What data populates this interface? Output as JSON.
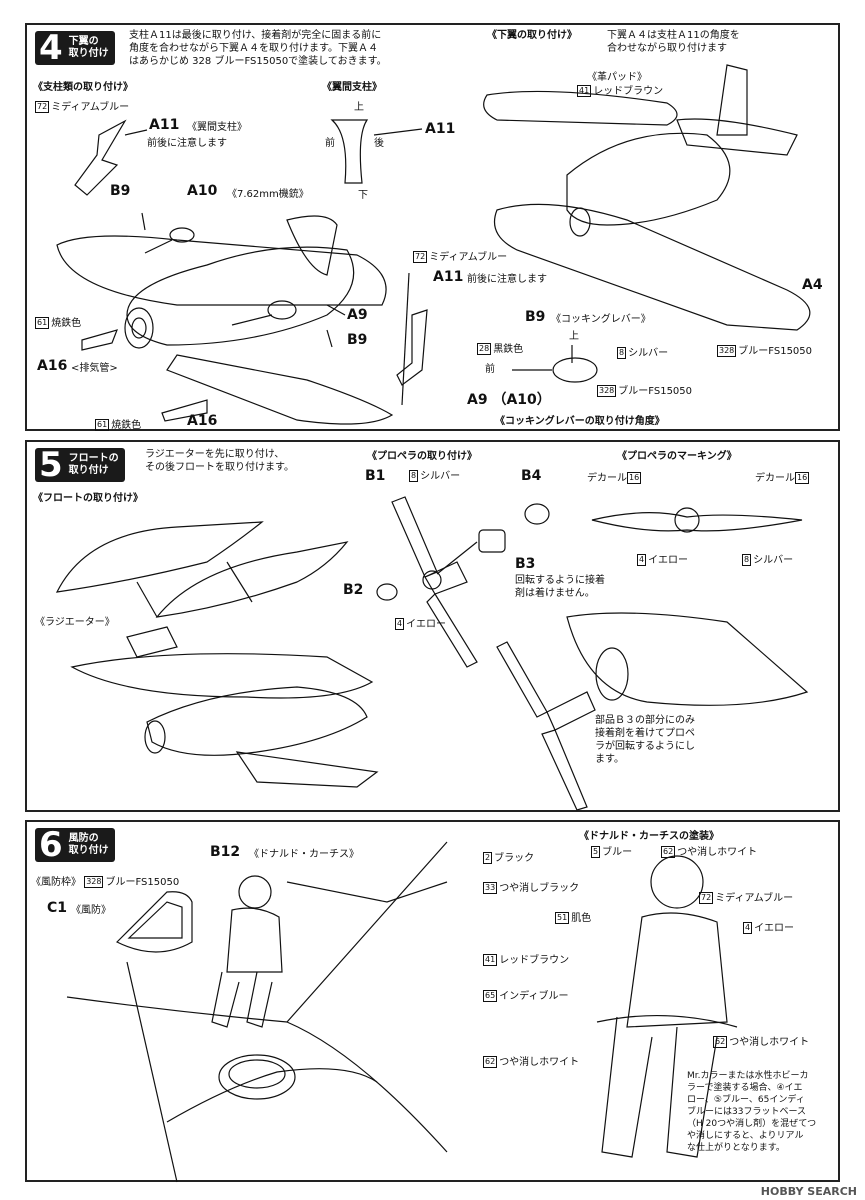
{
  "step4": {
    "num": "4",
    "title": "下翼の\n取り付け",
    "instruction": [
      "支柱Ａ11は最後に取り付け、接着剤が完全に固まる前に",
      "角度を合わせながら下翼Ａ４を取り付けます。下翼Ａ４",
      "はあらかじめ 328 ブルーFS15050で塗装しておきます。"
    ],
    "struts_heading": "《支柱類の取り付け》",
    "paint_72": "72",
    "paint_medium_blue": "ミディアムブルー",
    "a11": "A11",
    "a11_desc": "《翼間支柱》",
    "a11_note": "前後に注意します",
    "b9": "B9",
    "a10": "A10",
    "a10_desc": "《7.62mm機銃》",
    "a9": "A9",
    "b9b": "B9",
    "paint_61": "61",
    "paint_burnt_iron": "焼鉄色",
    "a16": "A16",
    "a16_desc": "<排気管>",
    "a16b": "A16",
    "interwing_heading": "《翼間支柱》",
    "up": "上",
    "down": "下",
    "front": "前",
    "back": "後",
    "a11b": "A11",
    "lower_wing_heading": "《下翼の取り付け》",
    "lower_wing_note": [
      "下翼Ａ４は支柱Ａ11の角度を",
      "合わせながら取り付けます"
    ],
    "leather_pad": "《革パッド》",
    "paint_41": "41",
    "paint_red_brown": "レッドブラウン",
    "a11c": "A11",
    "a11c_note": "前後に注意します",
    "a4": "A4",
    "paint_328": "328",
    "paint_blue_fs": "ブルーFS15050",
    "b9c": "B9",
    "cocking_lever": "《コッキングレバー》",
    "paint_28": "28",
    "paint_black_iron": "黒鉄色",
    "paint_8": "8",
    "paint_silver": "シルバー",
    "a9a10": "A9 （A10）",
    "cocking_angle": "《コッキングレバーの取り付け角度》"
  },
  "step5": {
    "num": "5",
    "title": "フロートの\n取り付け",
    "instruction": [
      "ラジエーターを先に取り付け、",
      "その後フロートを取り付けます。"
    ],
    "float_heading": "《フロートの取り付け》",
    "radiator": "《ラジエーター》",
    "prop_heading": "《プロペラの取り付け》",
    "b1": "B1",
    "b4": "B4",
    "b3": "B3",
    "b3_note": [
      "回転するように接着",
      "剤は着けません。"
    ],
    "b2": "B2",
    "paint_4": "4",
    "paint_yellow": "イエロー",
    "paint_8": "8",
    "paint_silver": "シルバー",
    "marking_heading": "《プロペラのマーキング》",
    "decal": "デカール",
    "decal_no": "16",
    "prop_note": [
      "部品Ｂ３の部分にのみ",
      "接着剤を着けてプロペ",
      "ラが回転するようにし",
      "ます。"
    ]
  },
  "step6": {
    "num": "6",
    "title": "風防の\n取り付け",
    "b12": "B12",
    "b12_desc": "《ドナルド・カーチス》",
    "windshield_frame": "《風防枠》",
    "paint_328": "328",
    "paint_blue_fs": "ブルーFS15050",
    "c1": "C1",
    "c1_desc": "《風防》",
    "curtis_heading": "《ドナルド・カーチスの塗装》",
    "labels": [
      {
        "n": "2",
        "t": "ブラック"
      },
      {
        "n": "5",
        "t": "ブルー"
      },
      {
        "n": "62",
        "t": "つや消しホワイト"
      },
      {
        "n": "33",
        "t": "つや消しブラック"
      },
      {
        "n": "72",
        "t": "ミディアムブルー"
      },
      {
        "n": "51",
        "t": "肌色"
      },
      {
        "n": "4",
        "t": "イエロー"
      },
      {
        "n": "41",
        "t": "レッドブラウン"
      },
      {
        "n": "65",
        "t": "インディブルー"
      },
      {
        "n": "62",
        "t": "つや消しホワイト"
      },
      {
        "n": "62",
        "t": "つや消しホワイト"
      }
    ],
    "mr_color_note": [
      "Mr.カラーまたは水性ホビーカ",
      "ラーで塗装する場合、④イエ",
      "ロー、⑤ブルー、65インディ",
      "ブルーには33フラットベース",
      "（H 20つや消し剤）を混ぜてつ",
      "や消しにすると、よりリアル",
      "な仕上がりとなります。"
    ]
  },
  "watermark": "HOBBY SEARCH"
}
